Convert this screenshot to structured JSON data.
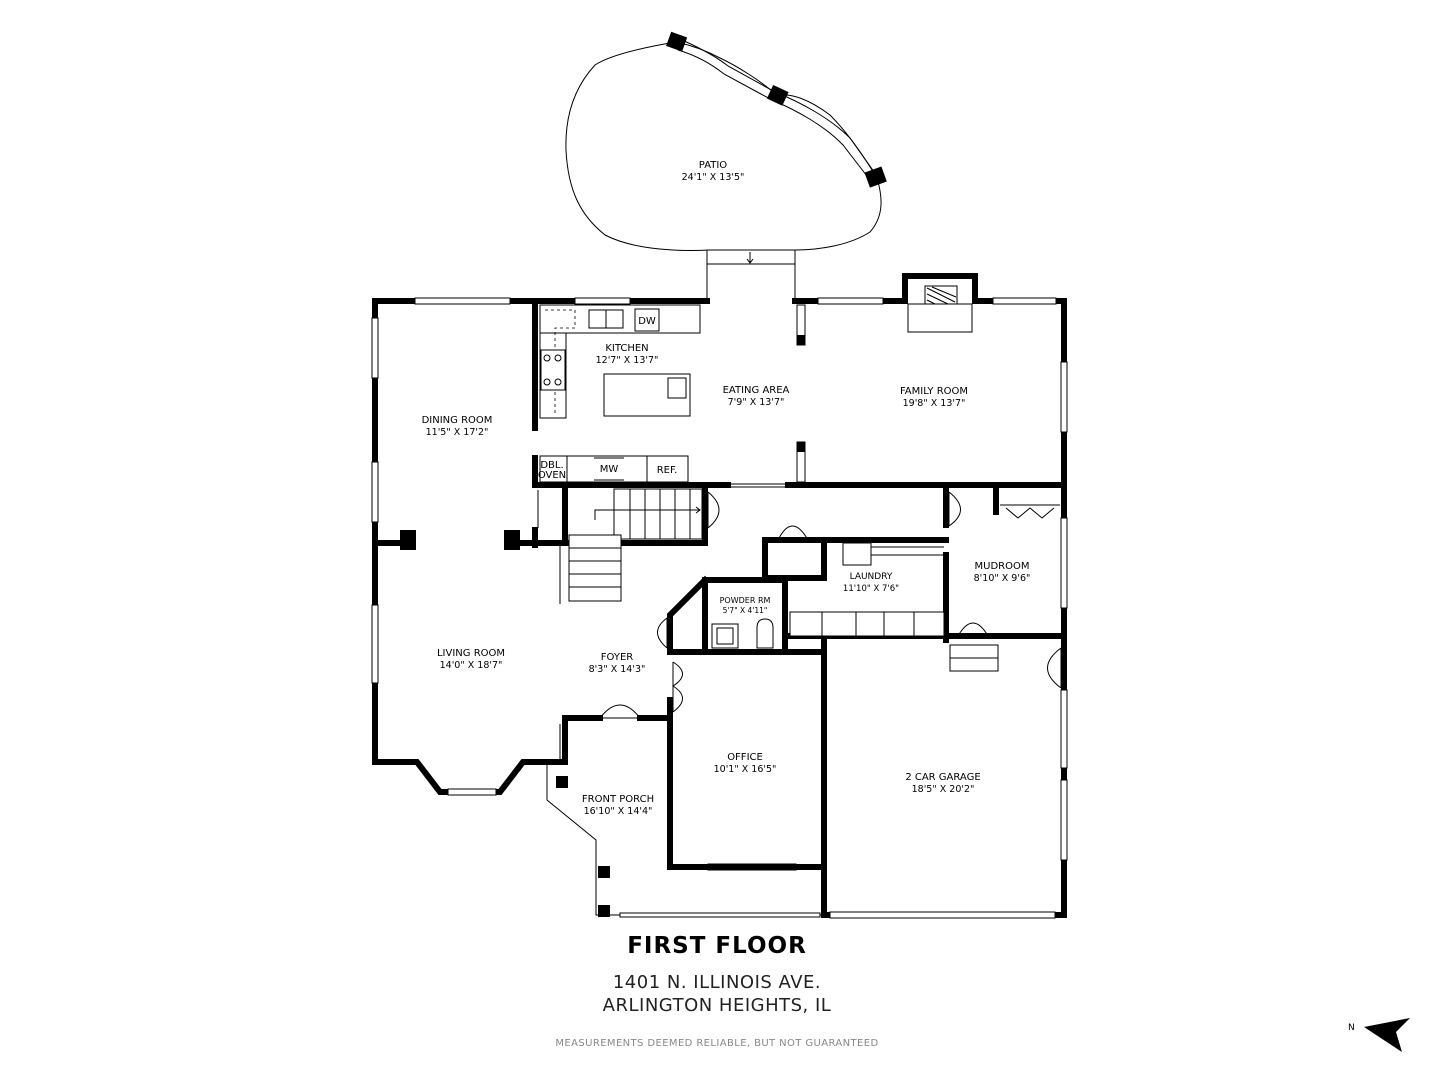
{
  "floor_title": "FIRST FLOOR",
  "address_line1": "1401 N. ILLINOIS AVE.",
  "address_line2": "ARLINGTON HEIGHTS, IL",
  "disclaimer": "MEASUREMENTS DEEMED RELIABLE, BUT NOT GUARANTEED",
  "compass_label": "N",
  "rooms": {
    "patio": {
      "name": "PATIO",
      "dims": "24'1\" X 13'5\""
    },
    "kitchen": {
      "name": "KITCHEN",
      "dims": "12'7\" X 13'7\""
    },
    "eating_area": {
      "name": "EATING AREA",
      "dims": "7'9\" X 13'7\""
    },
    "family_room": {
      "name": "FAMILY ROOM",
      "dims": "19'8\" X 13'7\""
    },
    "dining_room": {
      "name": "DINING ROOM",
      "dims": "11'5\" X 17'2\""
    },
    "living_room": {
      "name": "LIVING ROOM",
      "dims": "14'0\" X 18'7\""
    },
    "foyer": {
      "name": "FOYER",
      "dims": "8'3\" X 14'3\""
    },
    "powder_rm": {
      "name": "POWDER RM",
      "dims": "5'7\" X 4'11\""
    },
    "laundry": {
      "name": "LAUNDRY",
      "dims": "11'10\" X 7'6\""
    },
    "mudroom": {
      "name": "MUDROOM",
      "dims": "8'10\" X 9'6\""
    },
    "office": {
      "name": "OFFICE",
      "dims": "10'1\" X 16'5\""
    },
    "garage": {
      "name": "2 CAR GARAGE",
      "dims": "18'5\" X 20'2\""
    },
    "front_porch": {
      "name": "FRONT PORCH",
      "dims": "16'10\" X 14'4\""
    }
  },
  "fixtures": {
    "dw": "DW",
    "dbl_oven_line1": "DBL.",
    "dbl_oven_line2": "OVEN",
    "mw": "MW",
    "ref": "REF."
  }
}
